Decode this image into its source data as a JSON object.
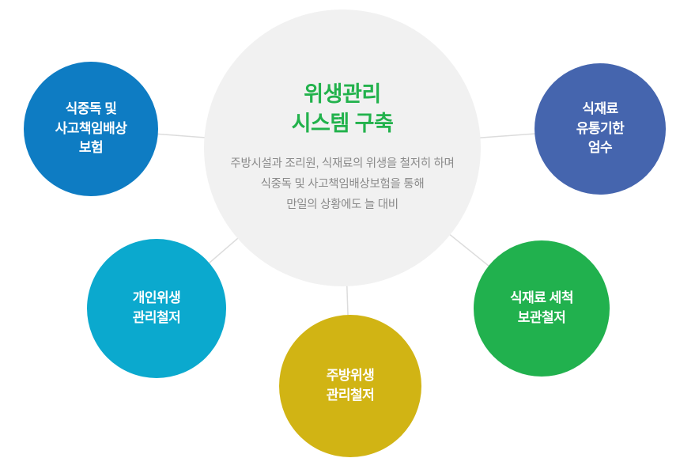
{
  "center": {
    "title_lines": [
      "위생관리",
      "시스템 구축"
    ],
    "description_lines": [
      "주방시설과 조리원, 식재료의 위생을 철저히 하며",
      "식중독 및 사고책임배상보험을 통해",
      "만일의 상황에도 늘 대비"
    ],
    "bg_color": "#f1f1f1",
    "title_color": "#22b24c",
    "description_color": "#8a8a8a"
  },
  "circles": {
    "insurance": {
      "lines": [
        "식중독 및",
        "사고책임배상",
        "보험"
      ],
      "color": "#0e7cc3"
    },
    "expiry": {
      "lines": [
        "식재료",
        "유통기한",
        "엄수"
      ],
      "color": "#4565ae"
    },
    "personal_hygiene": {
      "lines": [
        "개인위생",
        "관리철저"
      ],
      "color": "#0ba9ce"
    },
    "kitchen_hygiene": {
      "lines": [
        "주방위생",
        "관리철저"
      ],
      "color": "#d1b414"
    },
    "washing_storage": {
      "lines": [
        "식재료 세척",
        "보관철저"
      ],
      "color": "#21b14e"
    }
  },
  "connector_color": "#dcdcdc"
}
